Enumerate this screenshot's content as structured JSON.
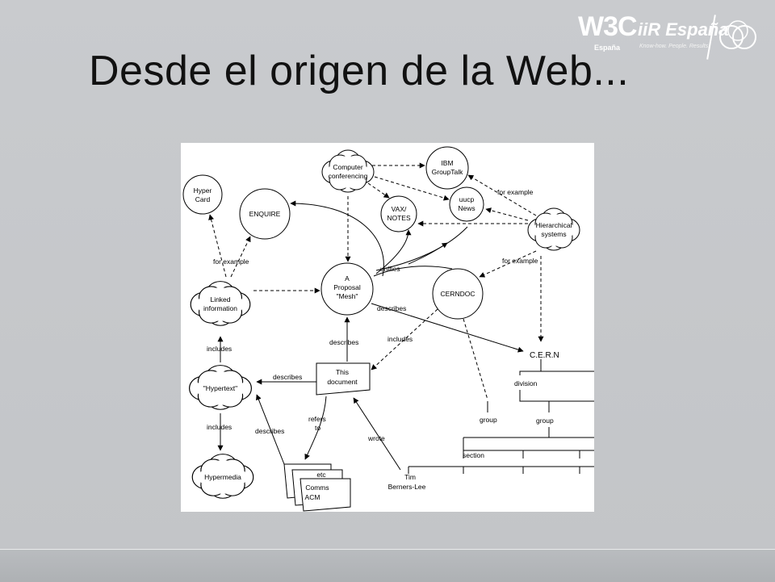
{
  "slide": {
    "title": "Desde el origen de la Web...",
    "logos": {
      "w3c": "W3C",
      "w3c_sub": "España",
      "iir": "iiR España",
      "iir_tagline": "Know-how. People. Results."
    }
  },
  "diagram": {
    "nodes": {
      "hypercard_1": "Hyper",
      "hypercard_2": "Card",
      "enquire": "ENQUIRE",
      "conf_1": "Computer",
      "conf_2": "conferencing",
      "ibm_1": "IBM",
      "ibm_2": "GroupTalk",
      "uucp_1": "uucp",
      "uucp_2": "News",
      "vax_1": "VAX/",
      "vax_2": "NOTES",
      "hier_1": "Hierarchical",
      "hier_2": "systems",
      "linked_1": "Linked",
      "linked_2": "information",
      "mesh_1": "A",
      "mesh_2": "Proposal",
      "mesh_3": "\"Mesh\"",
      "cerndoc": "CERNDOC",
      "hypertext": "\"Hypertext\"",
      "doc_1": "This",
      "doc_2": "document",
      "hypermedia": "Hypermedia",
      "etc": "etc",
      "comms_1": "Comms",
      "comms_2": "ACM",
      "tim_1": "Tim",
      "tim_2": "Berners-Lee",
      "cern": "C.E.R.N",
      "division": "division",
      "group_1": "group",
      "group_2": "group",
      "section": "section"
    },
    "labels": {
      "for_example_1": "for example",
      "for_example_2": "for example",
      "for_example_3": "for example",
      "unifies": "unifies",
      "describes_1": "describes",
      "describes_2": "describes",
      "describes_3": "describes",
      "describes_4": "describes",
      "includes_1": "includes",
      "includes_2": "includes",
      "includes_3": "includes",
      "refers_1": "refers",
      "refers_2": "to",
      "wrote": "wrote"
    }
  }
}
